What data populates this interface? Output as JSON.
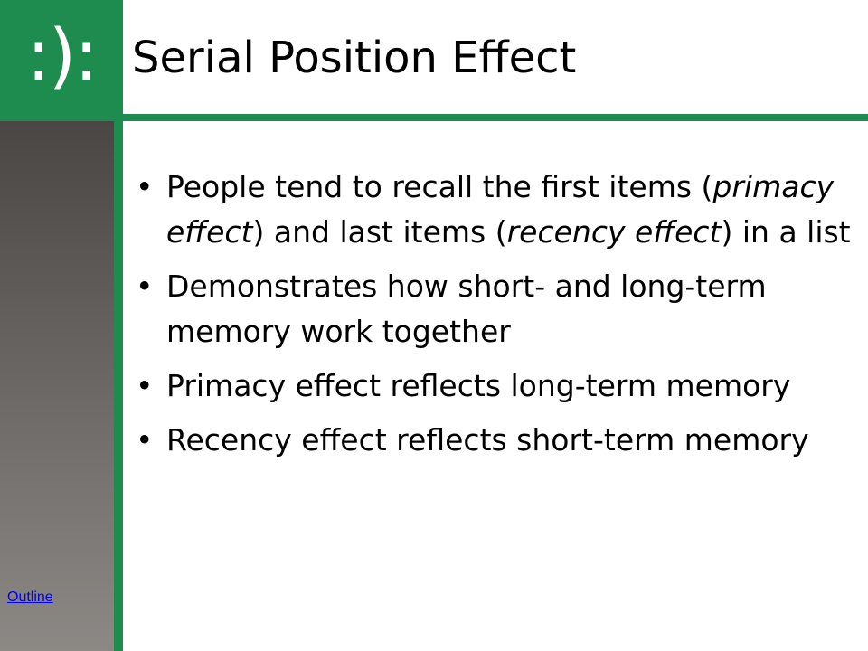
{
  "slide": {
    "logo": ":):",
    "title": "Serial Position Effect",
    "outline_link": "Outline",
    "bullets": [
      {
        "seg0": "People tend to recall the first items (",
        "seg1": "primacy effect",
        "seg2": ") and last items (",
        "seg3": "recency effect",
        "seg4": ") in a list"
      },
      {
        "text": "Demonstrates how short- and long-term memory work together"
      },
      {
        "text": "Primacy effect reflects long-term memory"
      },
      {
        "text": "Recency effect reflects short-term memory"
      }
    ]
  },
  "colors": {
    "accent_green": "#1e8c4e",
    "sidebar_gray": "#6e6b68",
    "link_blue": "#0000ee"
  }
}
